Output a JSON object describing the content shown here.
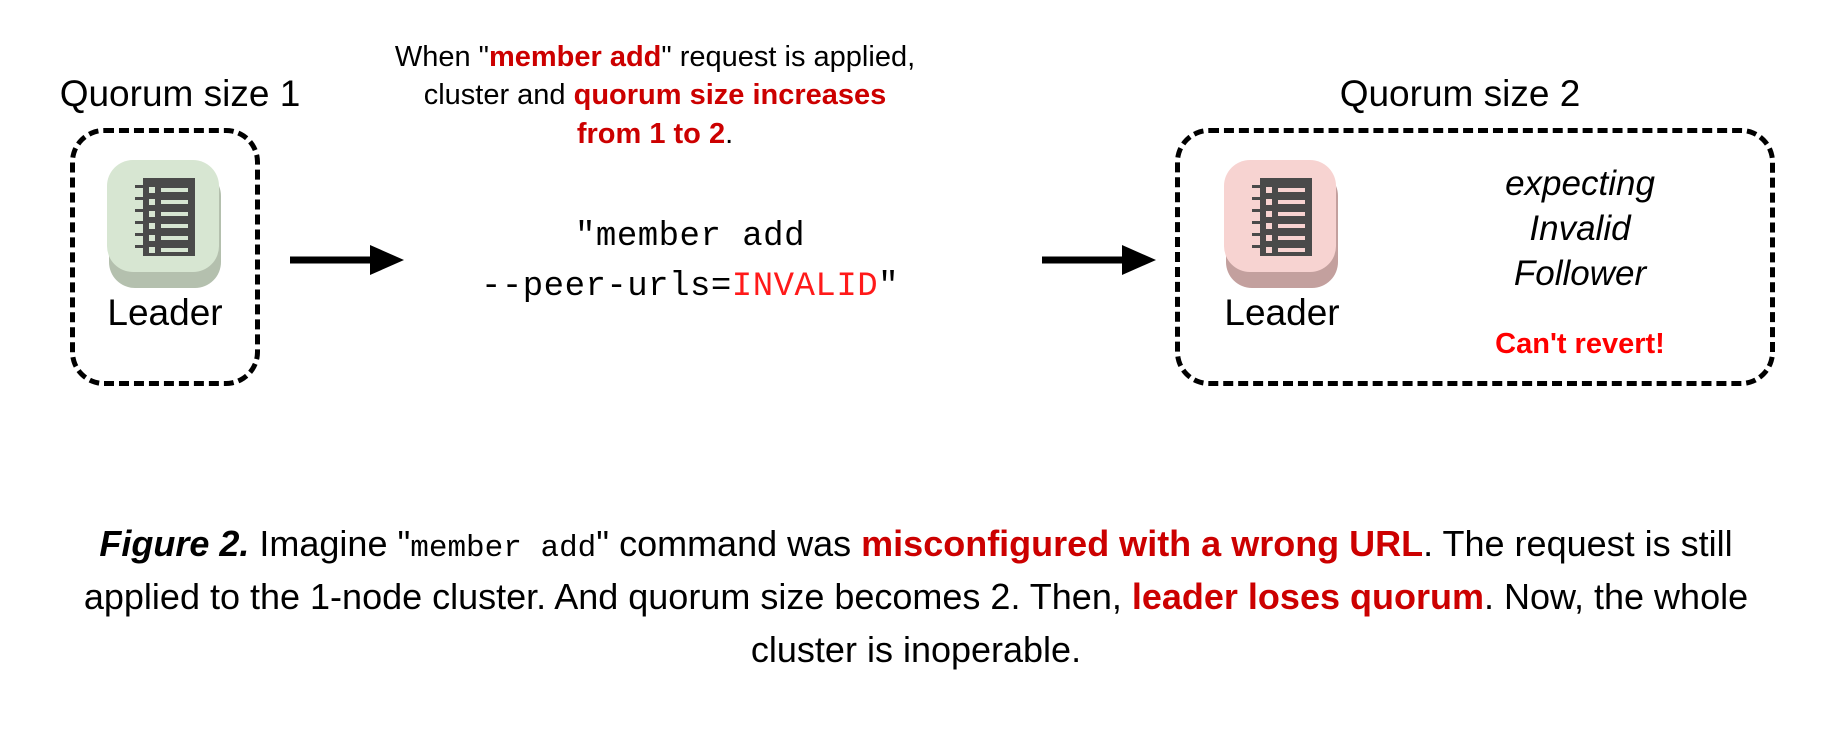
{
  "figure": {
    "left_group_title": "Quorum size 1",
    "right_group_title": "Quorum size 2",
    "left_node_label": "Leader",
    "right_node_label": "Leader",
    "annotation": {
      "line1_pre": "When \"",
      "line1_hl": "member add",
      "line1_post": "\" request is applied,",
      "line2_pre": "cluster and ",
      "line2_hl": "quorum size increases",
      "line3_hl": "from 1 to 2",
      "line3_post": "."
    },
    "command": {
      "line1": "\"member add",
      "line2_pre": "--peer-urls=",
      "line2_bad": "INVALID",
      "line2_post": "\""
    },
    "expecting": {
      "line1": "expecting",
      "line2": "Invalid",
      "line3": "Follower"
    },
    "cant_revert": "Can't revert!",
    "caption": {
      "fig_label": "Figure 2.",
      "part1": " Imagine \"",
      "mono1": "member add",
      "part2": "\" command was ",
      "hl1": "misconfigured with a wrong URL",
      "part3": ". The request is still applied to the 1-node cluster. And quorum size becomes 2. Then, ",
      "hl2": "leader loses quorum",
      "part4": ". Now, the whole cluster is inoperable."
    },
    "colors": {
      "highlight_red": "#cc0000",
      "alert_red": "#ff0000",
      "healthy_tile": "#d7e6d2",
      "broken_tile": "#f7d3d1",
      "rack_body": "#4a4a4a",
      "outline": "#000000"
    },
    "icons": {
      "server_rack": "server-rack-icon",
      "arrow": "arrow-right-icon"
    }
  }
}
